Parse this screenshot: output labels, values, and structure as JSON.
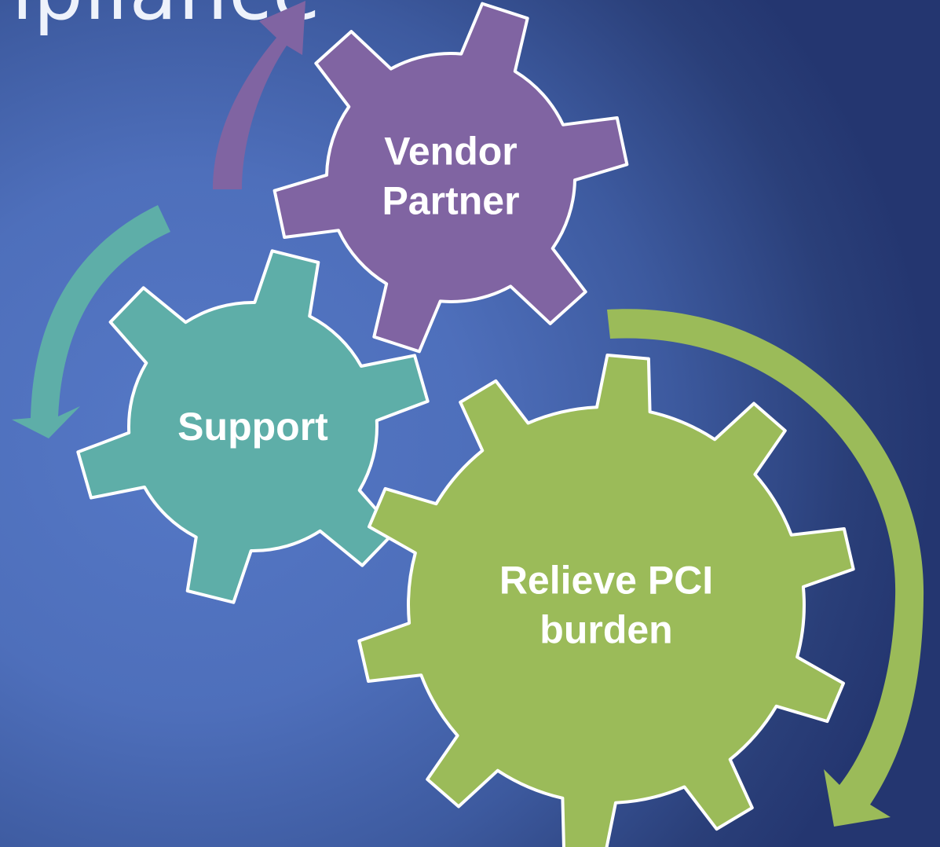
{
  "title_fragment": "npliance",
  "gears": [
    {
      "id": "vendor",
      "lines": [
        "Vendor",
        "Partner"
      ],
      "color": "#8064a2"
    },
    {
      "id": "support",
      "lines": [
        "Support"
      ],
      "color": "#5eaea8"
    },
    {
      "id": "relieve",
      "lines": [
        "Relieve PCI",
        "burden"
      ],
      "color": "#9bbb59"
    }
  ],
  "arrows": [
    {
      "id": "purple",
      "color": "#8064a2"
    },
    {
      "id": "teal",
      "color": "#5eaea8"
    },
    {
      "id": "green",
      "color": "#9bbb59"
    }
  ]
}
